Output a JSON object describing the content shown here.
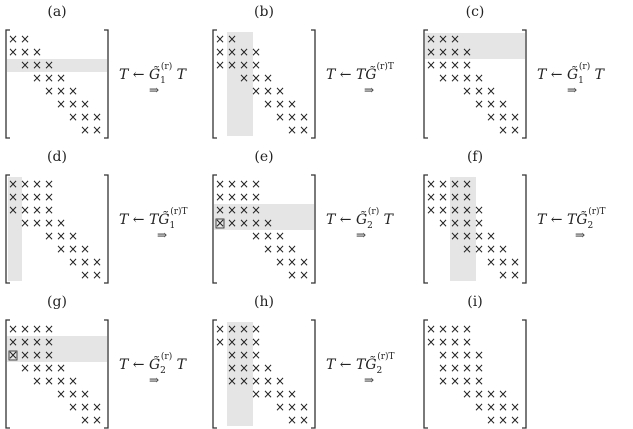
{
  "panels": [
    {
      "id": "a",
      "label": "(a)",
      "rows": [
        [
          0,
          1
        ],
        [
          0,
          1,
          2
        ],
        [
          1,
          2,
          3
        ],
        [
          2,
          3,
          4
        ],
        [
          3,
          4,
          5
        ],
        [
          4,
          5,
          6
        ],
        [
          5,
          6,
          7
        ],
        [
          6,
          7
        ]
      ],
      "row_band": [
        2,
        2
      ],
      "col_band": null,
      "special_cells": [],
      "op": {
        "prefix": "T ← ",
        "G": "G̃",
        "sub": "1",
        "sup": "(r)",
        "suffix": " T",
        "right_mult": false
      }
    },
    {
      "id": "b",
      "label": "(b)",
      "rows": [
        [
          0,
          1
        ],
        [
          0,
          1,
          2,
          3
        ],
        [
          0,
          1,
          2,
          3
        ],
        [
          2,
          3,
          4
        ],
        [
          3,
          4,
          5
        ],
        [
          4,
          5,
          6
        ],
        [
          5,
          6,
          7
        ],
        [
          6,
          7
        ]
      ],
      "row_band": null,
      "col_band": [
        1,
        2
      ],
      "special_cells": [],
      "op": {
        "prefix": "T ← T",
        "G": "G̃",
        "sub": "",
        "sup": "(r)T",
        "suffix": "",
        "right_mult": true
      }
    },
    {
      "id": "c",
      "label": "(c)",
      "rows": [
        [
          0,
          1,
          2
        ],
        [
          0,
          1,
          2,
          3
        ],
        [
          0,
          1,
          2,
          3
        ],
        [
          1,
          2,
          3,
          4
        ],
        [
          3,
          4,
          5
        ],
        [
          4,
          5,
          6
        ],
        [
          5,
          6,
          7
        ],
        [
          6,
          7
        ]
      ],
      "row_band": [
        0,
        1
      ],
      "col_band": null,
      "special_cells": [],
      "op": {
        "prefix": "T ← ",
        "G": "G̃",
        "sub": "1",
        "sup": "(r)",
        "suffix": " T",
        "right_mult": false
      }
    },
    {
      "id": "d",
      "label": "(d)",
      "rows": [
        [
          0,
          1,
          2,
          3
        ],
        [
          0,
          1,
          2,
          3
        ],
        [
          0,
          1,
          2,
          3
        ],
        [
          1,
          2,
          3,
          4
        ],
        [
          3,
          4,
          5
        ],
        [
          4,
          5,
          6
        ],
        [
          5,
          6,
          7
        ],
        [
          6,
          7
        ]
      ],
      "row_band": null,
      "col_band": [
        0,
        0
      ],
      "special_cells": [],
      "op": {
        "prefix": "T ← T",
        "G": "G̃",
        "sub": "1",
        "sup": "(r)T",
        "suffix": "",
        "right_mult": true
      }
    },
    {
      "id": "e",
      "label": "(e)",
      "rows": [
        [
          0,
          1,
          2,
          3
        ],
        [
          0,
          1,
          2,
          3
        ],
        [
          0,
          1,
          2,
          3
        ],
        [
          0,
          1,
          2,
          3,
          4
        ],
        [
          3,
          4,
          5
        ],
        [
          4,
          5,
          6
        ],
        [
          5,
          6,
          7
        ],
        [
          6,
          7
        ]
      ],
      "row_band": [
        2,
        3
      ],
      "col_band": null,
      "special_cells": [
        [
          3,
          0
        ]
      ],
      "op": {
        "prefix": "T ← ",
        "G": "G̃",
        "sub": "2",
        "sup": "(r)",
        "suffix": " T",
        "right_mult": false
      }
    },
    {
      "id": "f",
      "label": "(f)",
      "rows": [
        [
          0,
          1,
          2,
          3
        ],
        [
          0,
          1,
          2,
          3
        ],
        [
          0,
          1,
          2,
          3,
          4
        ],
        [
          1,
          2,
          3,
          4
        ],
        [
          2,
          3,
          4,
          5
        ],
        [
          3,
          4,
          5,
          6
        ],
        [
          5,
          6,
          7
        ],
        [
          6,
          7
        ]
      ],
      "row_band": null,
      "col_band": [
        2,
        3
      ],
      "special_cells": [],
      "op": {
        "prefix": "T ← T",
        "G": "G̃",
        "sub": "2",
        "sup": "(r)T",
        "suffix": "",
        "right_mult": true
      }
    },
    {
      "id": "g",
      "label": "(g)",
      "rows": [
        [
          0,
          1,
          2,
          3
        ],
        [
          0,
          1,
          2,
          3
        ],
        [
          0,
          1,
          2,
          3
        ],
        [
          1,
          2,
          3,
          4
        ],
        [
          2,
          3,
          4,
          5
        ],
        [
          4,
          5,
          6
        ],
        [
          5,
          6,
          7
        ],
        [
          6,
          7
        ]
      ],
      "row_band": [
        1,
        2
      ],
      "col_band": null,
      "special_cells": [
        [
          2,
          0
        ]
      ],
      "op": {
        "prefix": "T ← ",
        "G": "G̃",
        "sub": "2",
        "sup": "(r)",
        "suffix": " T",
        "right_mult": false
      }
    },
    {
      "id": "h",
      "label": "(h)",
      "rows": [
        [
          0,
          1,
          2,
          3
        ],
        [
          0,
          1,
          2,
          3
        ],
        [
          1,
          2,
          3
        ],
        [
          1,
          2,
          3,
          4
        ],
        [
          1,
          2,
          3,
          4,
          5
        ],
        [
          3,
          4,
          5,
          6
        ],
        [
          5,
          6,
          7
        ],
        [
          6,
          7
        ]
      ],
      "row_band": null,
      "col_band": [
        1,
        2
      ],
      "special_cells": [],
      "op": {
        "prefix": "T ← T",
        "G": "G̃",
        "sub": "2",
        "sup": "(r)T",
        "suffix": "",
        "right_mult": true
      }
    },
    {
      "id": "i",
      "label": "(i)",
      "rows": [
        [
          0,
          1,
          2,
          3
        ],
        [
          0,
          1,
          2,
          3
        ],
        [
          1,
          2,
          3,
          4
        ],
        [
          1,
          2,
          3,
          4
        ],
        [
          1,
          2,
          3,
          4
        ],
        [
          3,
          4,
          5,
          6
        ],
        [
          4,
          5,
          6,
          7
        ],
        [
          5,
          6,
          7
        ]
      ],
      "row_band": null,
      "col_band": null,
      "special_cells": [],
      "op": null
    }
  ],
  "cell_glyph": "×",
  "arrow_glyph": "⇒"
}
